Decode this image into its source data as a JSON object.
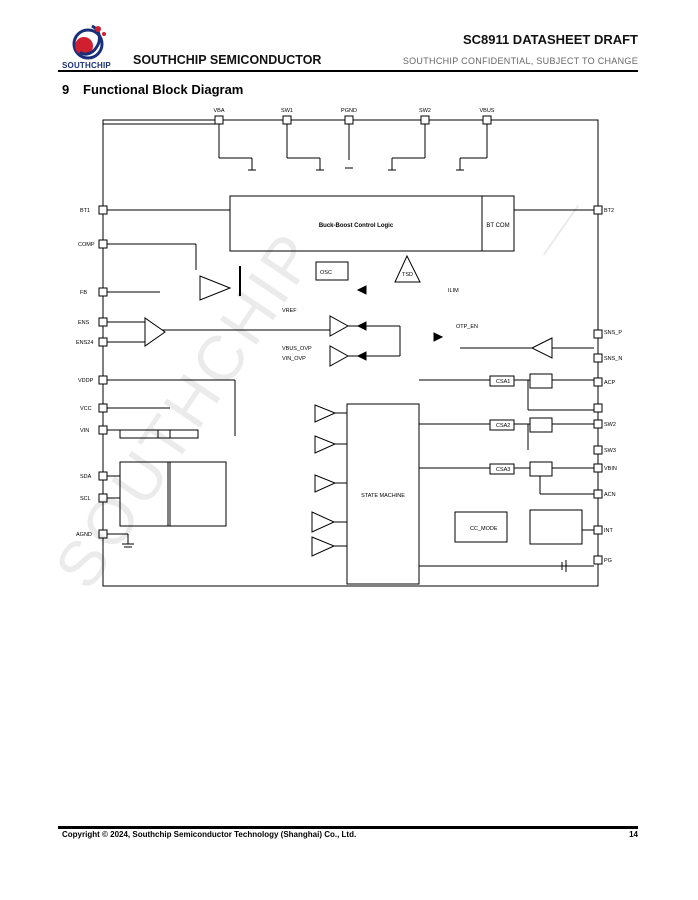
{
  "header": {
    "brand": "SOUTHCHIP",
    "company": "SOUTHCHIP SEMICONDUCTOR",
    "doc_title": "SC8911 DATASHEET DRAFT",
    "confidential": "SOUTHCHIP CONFIDENTIAL, SUBJECT TO CHANGE"
  },
  "section": {
    "number": "9",
    "title": "Functional Block Diagram"
  },
  "diagram": {
    "control_logic": "Buck-Boost Control Logic",
    "btcom": "BT COM",
    "state_machine": "STATE MACHINE",
    "tsd": "TSD",
    "osc": "OSC",
    "top_pins": [
      "VBA",
      "SW1",
      "PGND",
      "SW2",
      "VBUS"
    ],
    "left_pins": [
      "BT1",
      "COMP",
      "FB",
      "ENS",
      "ENS24",
      "VDDP",
      "VCC",
      "VIN",
      "SDA",
      "SCL",
      "AGND"
    ],
    "right_pins": [
      "BT2",
      "SNS_P",
      "SNS_N",
      "ACP",
      "SW2",
      "SW3",
      "VBIN",
      "ACN",
      "INT",
      "PG"
    ],
    "comparators": [
      "CSA1",
      "CSA2",
      "CSA3"
    ],
    "signals": [
      "VREF",
      "VBUS_OVP",
      "VIN_OVP",
      "OTP_EN",
      "ILIM",
      "CC_MODE"
    ]
  },
  "footer": {
    "copyright": "Copyright © 2024, Southchip Semiconductor Technology (Shanghai) Co., Ltd.",
    "page": "14"
  },
  "watermark": "SOUTHCHIP"
}
